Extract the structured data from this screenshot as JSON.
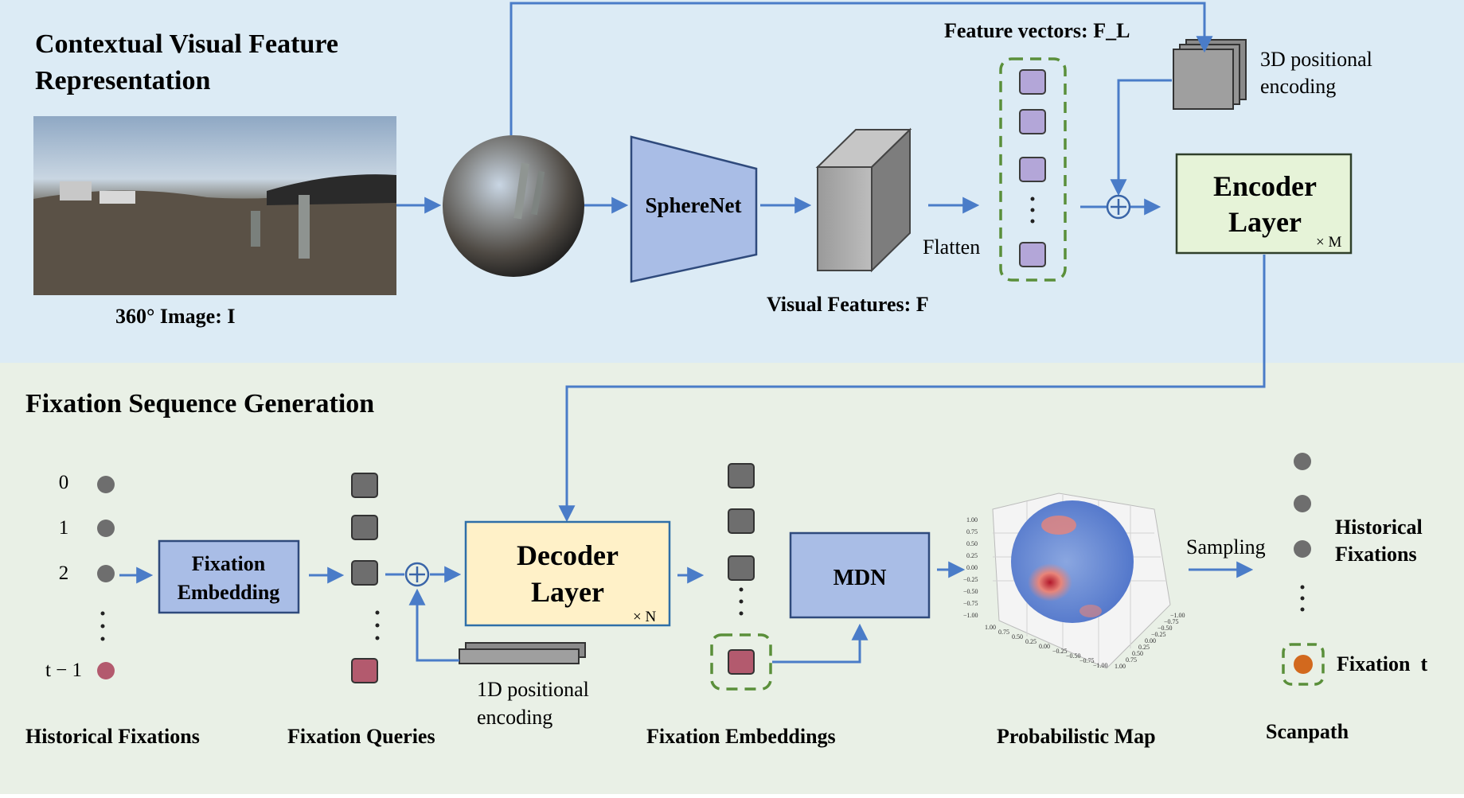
{
  "sections": {
    "top_title_line1": "Contextual Visual Feature",
    "top_title_line2": "Representation",
    "bottom_title": "Fixation Sequence Generation"
  },
  "top": {
    "image_caption": "360° Image: I",
    "spherenet": "SphereNet",
    "visual_features": "Visual Features: F",
    "flatten": "Flatten",
    "feature_vectors": "Feature vectors: F_L",
    "pos3d_line1": "3D positional",
    "pos3d_line2": "encoding",
    "encoder_line1": "Encoder",
    "encoder_line2": "Layer",
    "encoder_repeat": "× M"
  },
  "bottom": {
    "fix_labels": [
      "0",
      "1",
      "2",
      "t − 1"
    ],
    "fixation_embedding_line1": "Fixation",
    "fixation_embedding_line2": "Embedding",
    "pos1d_line1": "1D positional",
    "pos1d_line2": "encoding",
    "decoder_line1": "Decoder",
    "decoder_line2": "Layer",
    "decoder_repeat": "× N",
    "mdn": "MDN",
    "sampling": "Sampling",
    "historical_fixations_right_line1": "Historical",
    "historical_fixations_right_line2": "Fixations",
    "fixation_t": "Fixation  t",
    "captions": {
      "historical_fixations": "Historical Fixations",
      "fixation_queries": "Fixation Queries",
      "fixation_embeddings": "Fixation Embeddings",
      "probabilistic_map": "Probabilistic Map",
      "scanpath": "Scanpath"
    },
    "axis_ticks_left": [
      "1.00",
      "0.75",
      "0.50",
      "0.25",
      "0.00",
      "−0.25",
      "−0.50",
      "−0.75",
      "−1.00"
    ],
    "axis_ticks_bottom": [
      "1.00",
      "0.75",
      "0.50",
      "0.25",
      "0.00",
      "−0.25",
      "−0.50",
      "−0.75",
      "−1.00"
    ],
    "axis_ticks_right": [
      "−1.00",
      "−0.75",
      "−0.50",
      "−0.25",
      "0.00",
      "0.25",
      "0.50",
      "0.75",
      "1.00"
    ]
  },
  "colors": {
    "top_bg": "#dcebf5",
    "bottom_bg": "#e9f0e6",
    "arrow": "#4a7cc8",
    "box_blue": "#a9bde6",
    "encoder_fill": "#e6f3d8",
    "decoder_fill": "#fff1c8",
    "purple_token": "#b3a6d8",
    "gray_token": "#6e6e6e",
    "red_token": "#b35a6e",
    "fixation_t_dot": "#d2691e",
    "dashed_green": "#5a8f3a"
  }
}
